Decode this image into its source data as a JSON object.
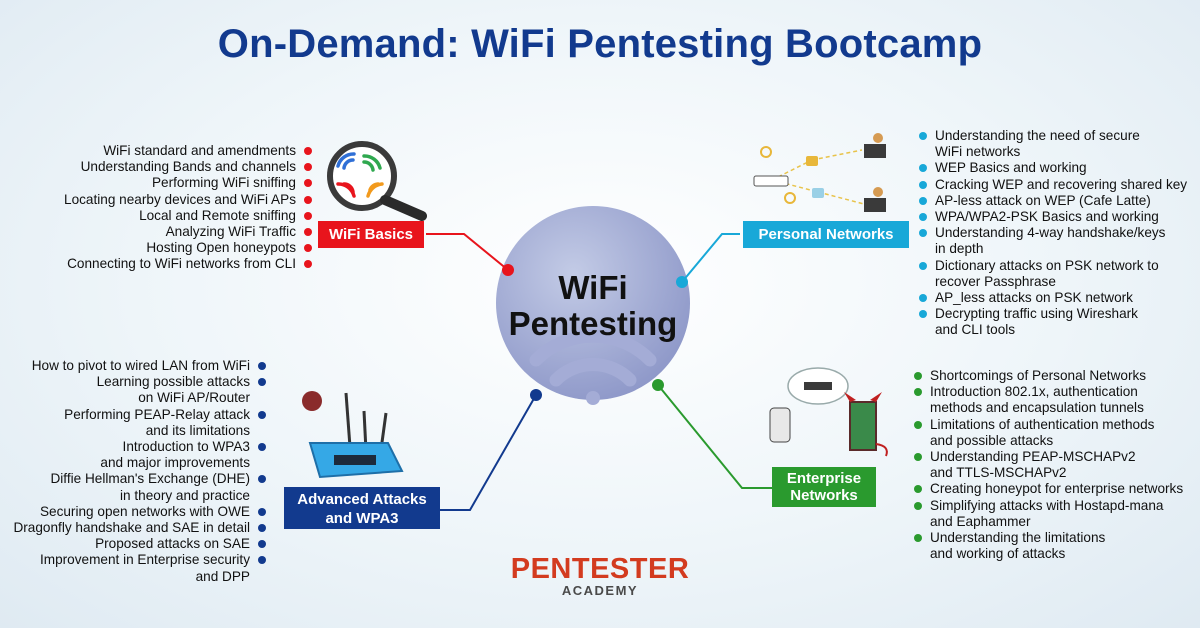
{
  "title": "On-Demand: WiFi Pentesting Bootcamp",
  "center": {
    "line1": "WiFi",
    "line2": "Pentesting"
  },
  "colors": {
    "basics": "#e8141c",
    "personal": "#18a8d8",
    "enterprise": "#2a9a2e",
    "advanced": "#123a8e",
    "title": "#123a8e",
    "brand": "#d33b1f"
  },
  "wifi_basics": {
    "label": "WiFi Basics",
    "items": [
      "WiFi standard and amendments",
      "Understanding Bands and channels",
      "Performing WiFi sniffing",
      "Locating nearby devices and WiFi APs",
      "Local and Remote sniffing",
      "Analyzing WiFi Traffic",
      "Hosting Open honeypots",
      "Connecting to WiFi networks from CLI"
    ]
  },
  "personal_networks": {
    "label": "Personal Networks",
    "items": [
      [
        "Understanding the need of secure",
        "WiFi networks"
      ],
      [
        "WEP Basics and working"
      ],
      [
        "Cracking WEP and recovering shared key"
      ],
      [
        "AP-less attack on WEP (Cafe Latte)"
      ],
      [
        "WPA/WPA2-PSK Basics and working"
      ],
      [
        "Understanding 4-way handshake/keys",
        "in depth"
      ],
      [
        "Dictionary attacks on PSK network to",
        "recover Passphrase"
      ],
      [
        "AP_less attacks on PSK network"
      ],
      [
        "Decrypting traffic using Wireshark",
        "and CLI tools"
      ]
    ]
  },
  "advanced": {
    "label_line1": "Advanced Attacks",
    "label_line2": "and WPA3",
    "items": [
      [
        "How to pivot to wired LAN from WiFi"
      ],
      [
        "Learning possible attacks",
        "on WiFi AP/Router"
      ],
      [
        "Performing PEAP-Relay attack",
        "and its limitations"
      ],
      [
        "Introduction to WPA3",
        "and major improvements"
      ],
      [
        "Diffie Hellman's Exchange (DHE)",
        "in theory and practice"
      ],
      [
        "Securing open networks with OWE"
      ],
      [
        "Dragonfly handshake and SAE in detail"
      ],
      [
        "Proposed attacks on SAE"
      ],
      [
        "Improvement in Enterprise security",
        "and DPP"
      ]
    ]
  },
  "enterprise": {
    "label_line1": "Enterprise",
    "label_line2": "Networks",
    "items": [
      [
        "Shortcomings of Personal Networks"
      ],
      [
        "Introduction 802.1x, authentication",
        "methods and encapsulation tunnels"
      ],
      [
        "Limitations of authentication methods",
        "and possible attacks"
      ],
      [
        "Understanding PEAP-MSCHAPv2",
        "and TTLS-MSCHAPv2"
      ],
      [
        "Creating honeypot for enterprise networks"
      ],
      [
        "Simplifying attacks with Hostapd-mana",
        "and Eaphammer"
      ],
      [
        "Understanding the limitations",
        "and working of attacks"
      ]
    ]
  },
  "brand": {
    "name": "PENTESTER",
    "sub": "ACADEMY"
  },
  "icons": [
    "magnifier-wifi-icon",
    "network-diagram-icon",
    "router-attack-icon",
    "enterprise-devil-icon",
    "globe-wifi-icon"
  ]
}
